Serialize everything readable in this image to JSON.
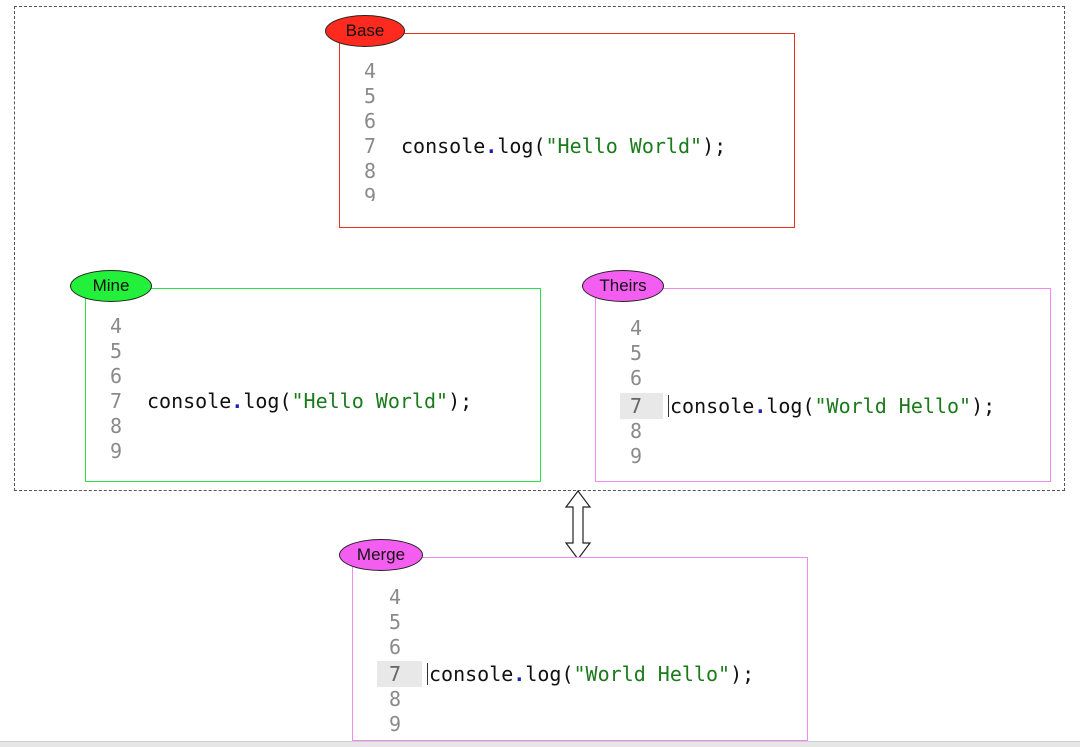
{
  "colors": {
    "base": "#ff2a1f",
    "mine": "#22f03a",
    "theirs": "#f35ef0",
    "merge": "#f35ef0",
    "base_border": "#e8301f",
    "mine_border": "#2ee04a",
    "theirs_border": "#f08af0",
    "merge_border": "#f08af0"
  },
  "panels": {
    "base": {
      "label": "Base",
      "line_numbers": [
        "4",
        "5",
        "6",
        "7",
        "8",
        "9"
      ],
      "code": {
        "obj": "console",
        "dot": ".",
        "method": "log(",
        "string": "\"Hello World\"",
        "end": ");"
      }
    },
    "mine": {
      "label": "Mine",
      "line_numbers": [
        "4",
        "5",
        "6",
        "7",
        "8",
        "9"
      ],
      "code": {
        "obj": "console",
        "dot": ".",
        "method": "log(",
        "string": "\"Hello World\"",
        "end": ");"
      }
    },
    "theirs": {
      "label": "Theirs",
      "line_numbers": [
        "4",
        "5",
        "6",
        "7",
        "8",
        "9"
      ],
      "code": {
        "obj": "console",
        "dot": ".",
        "method": "log(",
        "string": "\"World Hello\"",
        "end": ");"
      }
    },
    "merge": {
      "label": "Merge",
      "line_numbers": [
        "4",
        "5",
        "6",
        "7",
        "8",
        "9"
      ],
      "code": {
        "obj": "console",
        "dot": ".",
        "method": "log(",
        "string": "\"World Hello\"",
        "end": ");"
      }
    }
  },
  "arrow_icon": "double-vertical-arrow-icon"
}
